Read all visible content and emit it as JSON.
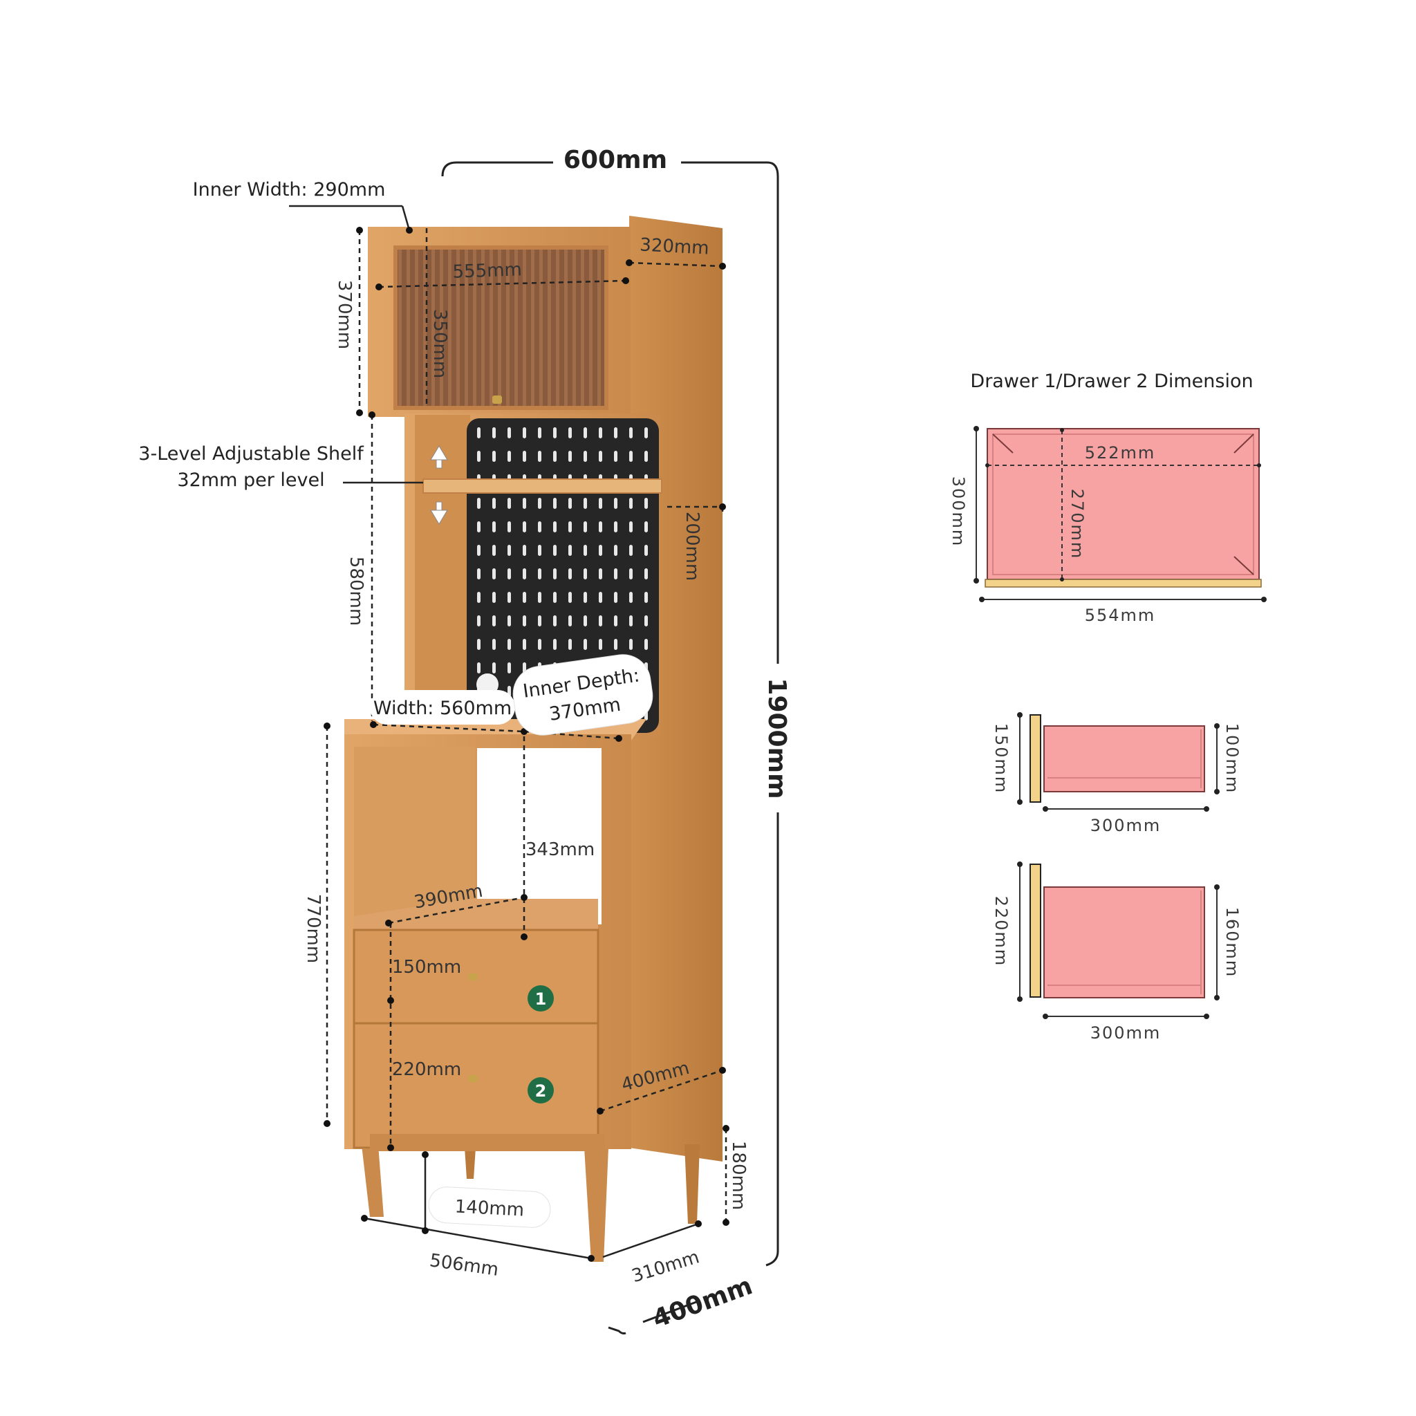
{
  "overall": {
    "width": "600mm",
    "height": "1900mm",
    "depth": "400mm"
  },
  "callouts": {
    "inner_width": "Inner Width: 290mm",
    "shelf_line1": "3-Level Adjustable Shelf",
    "shelf_line2": "32mm per level",
    "width_560": "Width: 560mm",
    "inner_depth_line1": "Inner Depth:",
    "inner_depth_line2": "370mm",
    "leg_gap": "140mm"
  },
  "cabinet_dims": {
    "d320": "320mm",
    "d555": "555mm",
    "d350": "350mm",
    "d370": "370mm",
    "d580": "580mm",
    "d200": "200mm",
    "d343": "343mm",
    "d390": "390mm",
    "d770": "770mm",
    "d150": "150mm",
    "d220": "220mm",
    "d400": "400mm",
    "d180": "180mm",
    "d506": "506mm",
    "d310": "310mm"
  },
  "drawer_badges": [
    "1",
    "2"
  ],
  "drawer_panel": {
    "title": "Drawer 1/Drawer 2 Dimension",
    "top_view": {
      "inner_width": "522mm",
      "inner_depth": "270mm",
      "outer_depth": "300mm",
      "outer_width": "554mm"
    },
    "drawer1_side": {
      "front_height": "150mm",
      "box_height": "100mm",
      "length": "300mm"
    },
    "drawer2_side": {
      "front_height": "220mm",
      "box_height": "160mm",
      "length": "300mm"
    }
  },
  "colors": {
    "wood": "#d99a5c",
    "wood_dark": "#b87a3e",
    "drawer_pink": "#f7a3a3",
    "drawer_front": "#f3d28a",
    "pegboard": "#2a2a2a",
    "badge_green": "#1f6e45"
  }
}
